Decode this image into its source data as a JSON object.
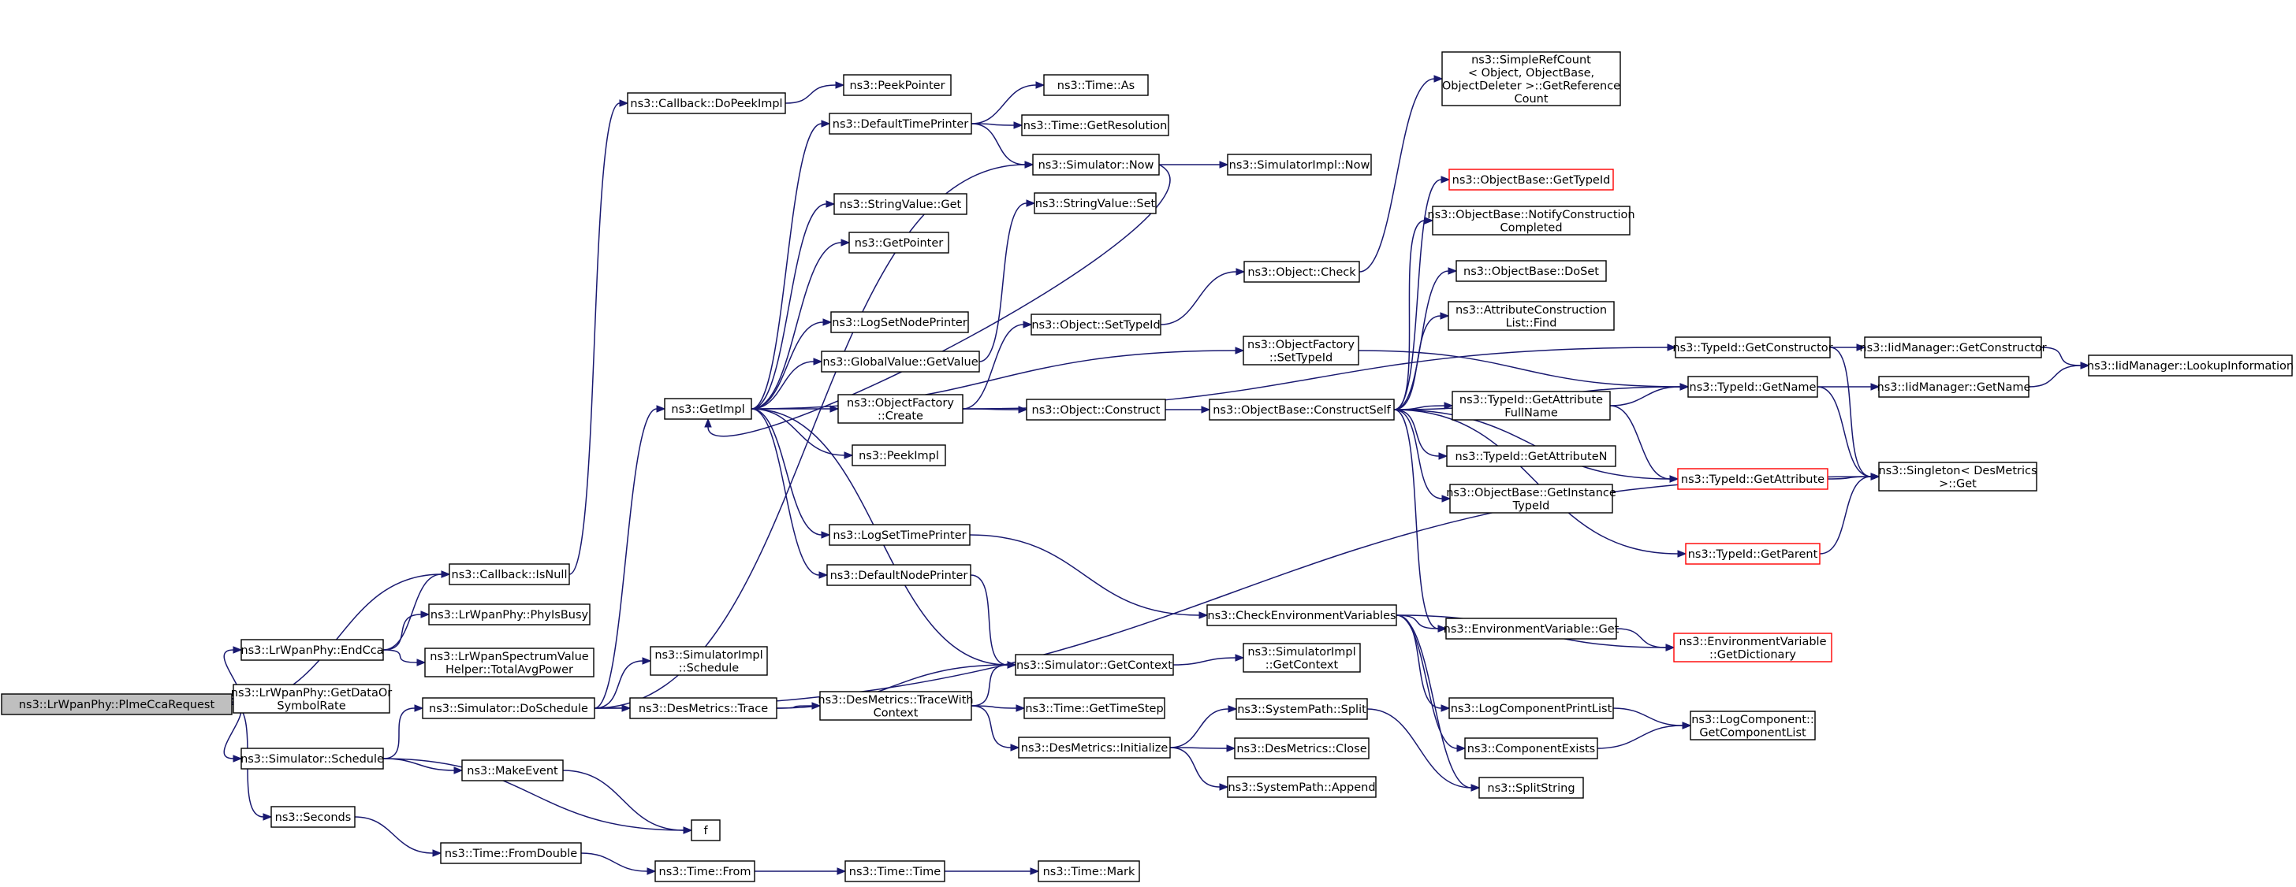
{
  "diagram": {
    "type": "call-graph",
    "edge_color": "#191970",
    "root_fill": "#bfbfbf",
    "nodes": [
      {
        "id": "root",
        "lines": [
          "ns3::LrWpanPhy::PlmeCcaRequest"
        ],
        "style": "root"
      },
      {
        "id": "endcca",
        "lines": [
          "ns3::LrWpanPhy::EndCca"
        ]
      },
      {
        "id": "getdataor",
        "lines": [
          "ns3::LrWpanPhy::GetDataOr",
          "SymbolRate"
        ]
      },
      {
        "id": "schedule",
        "lines": [
          "ns3::Simulator::Schedule"
        ]
      },
      {
        "id": "seconds",
        "lines": [
          "ns3::Seconds"
        ]
      },
      {
        "id": "isnull",
        "lines": [
          "ns3::Callback::IsNull"
        ]
      },
      {
        "id": "physbusy",
        "lines": [
          "ns3::LrWpanPhy::PhyIsBusy"
        ]
      },
      {
        "id": "totalavg",
        "lines": [
          "ns3::LrWpanSpectrumValue",
          "Helper::TotalAvgPower"
        ]
      },
      {
        "id": "doschedule",
        "lines": [
          "ns3::Simulator::DoSchedule"
        ]
      },
      {
        "id": "makeevent",
        "lines": [
          "ns3::MakeEvent"
        ]
      },
      {
        "id": "f",
        "lines": [
          "f"
        ]
      },
      {
        "id": "fromdouble",
        "lines": [
          "ns3::Time::FromDouble"
        ]
      },
      {
        "id": "timefrom",
        "lines": [
          "ns3::Time::From"
        ]
      },
      {
        "id": "timetime",
        "lines": [
          "ns3::Time::Time"
        ]
      },
      {
        "id": "timemark",
        "lines": [
          "ns3::Time::Mark"
        ]
      },
      {
        "id": "dopeekimpl",
        "lines": [
          "ns3::Callback::DoPeekImpl"
        ]
      },
      {
        "id": "peekpointer",
        "lines": [
          "ns3::PeekPointer"
        ]
      },
      {
        "id": "getimpl",
        "lines": [
          "ns3::GetImpl"
        ]
      },
      {
        "id": "simimplschedule",
        "lines": [
          "ns3::SimulatorImpl",
          "::Schedule"
        ]
      },
      {
        "id": "desmetricstrace",
        "lines": [
          "ns3::DesMetrics::Trace"
        ]
      },
      {
        "id": "defaulttimeprinter",
        "lines": [
          "ns3::DefaultTimePrinter"
        ]
      },
      {
        "id": "stringvalueget",
        "lines": [
          "ns3::StringValue::Get"
        ]
      },
      {
        "id": "getpointer",
        "lines": [
          "ns3::GetPointer"
        ]
      },
      {
        "id": "logsetnodeprinter",
        "lines": [
          "ns3::LogSetNodePrinter"
        ]
      },
      {
        "id": "globalvaluegetvalue",
        "lines": [
          "ns3::GlobalValue::GetValue"
        ]
      },
      {
        "id": "objectfactorycreate",
        "lines": [
          "ns3::ObjectFactory",
          "::Create"
        ]
      },
      {
        "id": "peekimpl",
        "lines": [
          "ns3::PeekImpl"
        ]
      },
      {
        "id": "logsettimeprinter",
        "lines": [
          "ns3::LogSetTimePrinter"
        ]
      },
      {
        "id": "defaultnodeprinter",
        "lines": [
          "ns3::DefaultNodePrinter"
        ]
      },
      {
        "id": "tracewithcontext",
        "lines": [
          "ns3::DesMetrics::TraceWith",
          "Context"
        ]
      },
      {
        "id": "timeas",
        "lines": [
          "ns3::Time::As"
        ]
      },
      {
        "id": "timegetresolution",
        "lines": [
          "ns3::Time::GetResolution"
        ]
      },
      {
        "id": "simulatornow",
        "lines": [
          "ns3::Simulator::Now"
        ]
      },
      {
        "id": "stringvalueset",
        "lines": [
          "ns3::StringValue::Set"
        ]
      },
      {
        "id": "objectsettypeid",
        "lines": [
          "ns3::Object::SetTypeId"
        ]
      },
      {
        "id": "objectconstruct",
        "lines": [
          "ns3::Object::Construct"
        ]
      },
      {
        "id": "simulatorgetcontext",
        "lines": [
          "ns3::Simulator::GetContext"
        ]
      },
      {
        "id": "timegettimestep",
        "lines": [
          "ns3::Time::GetTimeStep"
        ]
      },
      {
        "id": "desmetricsinitialize",
        "lines": [
          "ns3::DesMetrics::Initialize"
        ]
      },
      {
        "id": "simimplnow",
        "lines": [
          "ns3::SimulatorImpl::Now"
        ]
      },
      {
        "id": "objectcheck",
        "lines": [
          "ns3::Object::Check"
        ]
      },
      {
        "id": "objectfactorysettypeid",
        "lines": [
          "ns3::ObjectFactory",
          "::SetTypeId"
        ]
      },
      {
        "id": "constructself",
        "lines": [
          "ns3::ObjectBase::ConstructSelf"
        ]
      },
      {
        "id": "checkenv",
        "lines": [
          "ns3::CheckEnvironmentVariables"
        ]
      },
      {
        "id": "simimplgetcontext",
        "lines": [
          "ns3::SimulatorImpl",
          "::GetContext"
        ]
      },
      {
        "id": "systempathsplit",
        "lines": [
          "ns3::SystemPath::Split"
        ]
      },
      {
        "id": "desmetricsclose",
        "lines": [
          "ns3::DesMetrics::Close"
        ]
      },
      {
        "id": "systempathappend",
        "lines": [
          "ns3::SystemPath::Append"
        ]
      },
      {
        "id": "simplerefcount",
        "lines": [
          "ns3::SimpleRefCount",
          "< Object, ObjectBase,",
          "ObjectDeleter >::GetReference",
          "Count"
        ]
      },
      {
        "id": "objectbasegettypeid",
        "lines": [
          "ns3::ObjectBase::GetTypeId"
        ],
        "style": "red"
      },
      {
        "id": "notifyconstruction",
        "lines": [
          "ns3::ObjectBase::NotifyConstruction",
          "Completed"
        ]
      },
      {
        "id": "objectbasedoset",
        "lines": [
          "ns3::ObjectBase::DoSet"
        ]
      },
      {
        "id": "attrconstructionfind",
        "lines": [
          "ns3::AttributeConstruction",
          "List::Find"
        ]
      },
      {
        "id": "getattributefullname",
        "lines": [
          "ns3::TypeId::GetAttribute",
          "FullName"
        ]
      },
      {
        "id": "getattributen",
        "lines": [
          "ns3::TypeId::GetAttributeN"
        ]
      },
      {
        "id": "getinstancetypeid",
        "lines": [
          "ns3::ObjectBase::GetInstance",
          "TypeId"
        ]
      },
      {
        "id": "envvarget",
        "lines": [
          "ns3::EnvironmentVariable::Get"
        ]
      },
      {
        "id": "logcomponentprintlist",
        "lines": [
          "ns3::LogComponentPrintList"
        ]
      },
      {
        "id": "componentexists",
        "lines": [
          "ns3::ComponentExists"
        ]
      },
      {
        "id": "splitstring",
        "lines": [
          "ns3::SplitString"
        ]
      },
      {
        "id": "typeidgetconstructor",
        "lines": [
          "ns3::TypeId::GetConstructor"
        ]
      },
      {
        "id": "typeidgetname",
        "lines": [
          "ns3::TypeId::GetName"
        ]
      },
      {
        "id": "typeidgetattribute",
        "lines": [
          "ns3::TypeId::GetAttribute"
        ],
        "style": "red"
      },
      {
        "id": "typeidgetparent",
        "lines": [
          "ns3::TypeId::GetParent"
        ],
        "style": "red"
      },
      {
        "id": "envgetdictionary",
        "lines": [
          "ns3::EnvironmentVariable",
          "::GetDictionary"
        ],
        "style": "red"
      },
      {
        "id": "getcomponentlist",
        "lines": [
          "ns3::LogComponent::",
          "GetComponentList"
        ]
      },
      {
        "id": "iidgetconstructor",
        "lines": [
          "ns3::IidManager::GetConstructor"
        ]
      },
      {
        "id": "iidgetname",
        "lines": [
          "ns3::IidManager::GetName"
        ]
      },
      {
        "id": "singletonget",
        "lines": [
          "ns3::Singleton< DesMetrics",
          "  >::Get"
        ]
      },
      {
        "id": "iidlookup",
        "lines": [
          "ns3::IidManager::LookupInformation"
        ]
      }
    ],
    "edges": [
      [
        "root",
        "endcca"
      ],
      [
        "root",
        "getdataor"
      ],
      [
        "root",
        "schedule"
      ],
      [
        "root",
        "seconds"
      ],
      [
        "root",
        "isnull"
      ],
      [
        "endcca",
        "isnull"
      ],
      [
        "endcca",
        "physbusy"
      ],
      [
        "endcca",
        "totalavg"
      ],
      [
        "schedule",
        "doschedule"
      ],
      [
        "schedule",
        "makeevent"
      ],
      [
        "schedule",
        "f"
      ],
      [
        "seconds",
        "fromdouble"
      ],
      [
        "fromdouble",
        "timefrom"
      ],
      [
        "timefrom",
        "timetime"
      ],
      [
        "timetime",
        "timemark"
      ],
      [
        "makeevent",
        "f"
      ],
      [
        "isnull",
        "dopeekimpl"
      ],
      [
        "dopeekimpl",
        "peekpointer"
      ],
      [
        "doschedule",
        "getimpl"
      ],
      [
        "doschedule",
        "simimplschedule"
      ],
      [
        "doschedule",
        "desmetricstrace"
      ],
      [
        "doschedule",
        "simulatornow"
      ],
      [
        "doschedule",
        "singletonget"
      ],
      [
        "getimpl",
        "defaulttimeprinter"
      ],
      [
        "getimpl",
        "stringvalueget"
      ],
      [
        "getimpl",
        "getpointer"
      ],
      [
        "getimpl",
        "logsetnodeprinter"
      ],
      [
        "getimpl",
        "globalvaluegetvalue"
      ],
      [
        "getimpl",
        "objectfactorycreate"
      ],
      [
        "getimpl",
        "peekimpl"
      ],
      [
        "getimpl",
        "logsettimeprinter"
      ],
      [
        "getimpl",
        "defaultnodeprinter"
      ],
      [
        "getimpl",
        "simulatorgetcontext"
      ],
      [
        "getimpl",
        "objectfactorysettypeid"
      ],
      [
        "defaulttimeprinter",
        "timeas"
      ],
      [
        "defaulttimeprinter",
        "timegetresolution"
      ],
      [
        "defaulttimeprinter",
        "simulatornow"
      ],
      [
        "simulatornow",
        "getimpl"
      ],
      [
        "simulatornow",
        "simimplnow"
      ],
      [
        "globalvaluegetvalue",
        "stringvalueset"
      ],
      [
        "objectfactorycreate",
        "objectsettypeid"
      ],
      [
        "objectfactorycreate",
        "objectconstruct"
      ],
      [
        "objectfactorycreate",
        "typeidgetconstructor"
      ],
      [
        "objectsettypeid",
        "objectcheck"
      ],
      [
        "objectcheck",
        "simplerefcount"
      ],
      [
        "objectconstruct",
        "constructself"
      ],
      [
        "logsettimeprinter",
        "checkenv"
      ],
      [
        "defaultnodeprinter",
        "simulatorgetcontext"
      ],
      [
        "desmetricstrace",
        "tracewithcontext"
      ],
      [
        "desmetricstrace",
        "simulatorgetcontext"
      ],
      [
        "tracewithcontext",
        "simulatorgetcontext"
      ],
      [
        "tracewithcontext",
        "timegettimestep"
      ],
      [
        "tracewithcontext",
        "desmetricsinitialize"
      ],
      [
        "simulatorgetcontext",
        "simimplgetcontext"
      ],
      [
        "desmetricsinitialize",
        "systempathsplit"
      ],
      [
        "desmetricsinitialize",
        "desmetricsclose"
      ],
      [
        "desmetricsinitialize",
        "systempathappend"
      ],
      [
        "objectfactorysettypeid",
        "typeidgetname"
      ],
      [
        "constructself",
        "objectbasegettypeid"
      ],
      [
        "constructself",
        "notifyconstruction"
      ],
      [
        "constructself",
        "objectbasedoset"
      ],
      [
        "constructself",
        "attrconstructionfind"
      ],
      [
        "constructself",
        "typeidgetname"
      ],
      [
        "constructself",
        "getattributefullname"
      ],
      [
        "constructself",
        "getattributen"
      ],
      [
        "constructself",
        "getinstancetypeid"
      ],
      [
        "constructself",
        "typeidgetattribute"
      ],
      [
        "constructself",
        "typeidgetparent"
      ],
      [
        "constructself",
        "envvarget"
      ],
      [
        "checkenv",
        "envvarget"
      ],
      [
        "checkenv",
        "envgetdictionary"
      ],
      [
        "checkenv",
        "logcomponentprintlist"
      ],
      [
        "checkenv",
        "componentexists"
      ],
      [
        "checkenv",
        "splitstring"
      ],
      [
        "systempathsplit",
        "splitstring"
      ],
      [
        "envvarget",
        "envgetdictionary"
      ],
      [
        "logcomponentprintlist",
        "getcomponentlist"
      ],
      [
        "componentexists",
        "getcomponentlist"
      ],
      [
        "getattributefullname",
        "typeidgetname"
      ],
      [
        "getattributefullname",
        "typeidgetattribute"
      ],
      [
        "typeidgetconstructor",
        "iidgetconstructor"
      ],
      [
        "typeidgetconstructor",
        "singletonget"
      ],
      [
        "typeidgetname",
        "iidgetname"
      ],
      [
        "typeidgetname",
        "singletonget"
      ],
      [
        "typeidgetattribute",
        "singletonget"
      ],
      [
        "typeidgetparent",
        "singletonget"
      ],
      [
        "iidgetconstructor",
        "iidlookup"
      ],
      [
        "iidgetname",
        "iidlookup"
      ]
    ]
  }
}
